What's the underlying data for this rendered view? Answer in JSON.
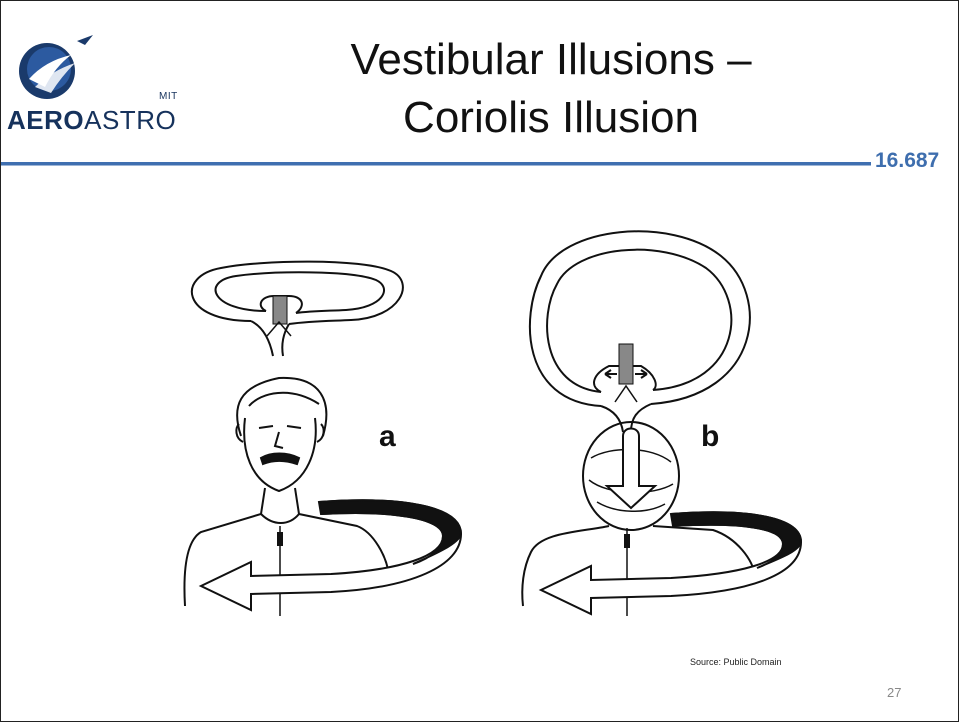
{
  "header": {
    "title_line1": "Vestibular Illusions –",
    "title_line2": "Coriolis Illusion",
    "course_number": "16.687"
  },
  "logo": {
    "mit_label": "MIT",
    "word_bold": "AERO",
    "word_regular": "ASTRO",
    "brand_color": "#16325c",
    "accent_color": "#3e6eae"
  },
  "figure": {
    "label_a": "a",
    "label_b": "b"
  },
  "footer": {
    "source": "Source: Public Domain",
    "page_number": "27"
  }
}
